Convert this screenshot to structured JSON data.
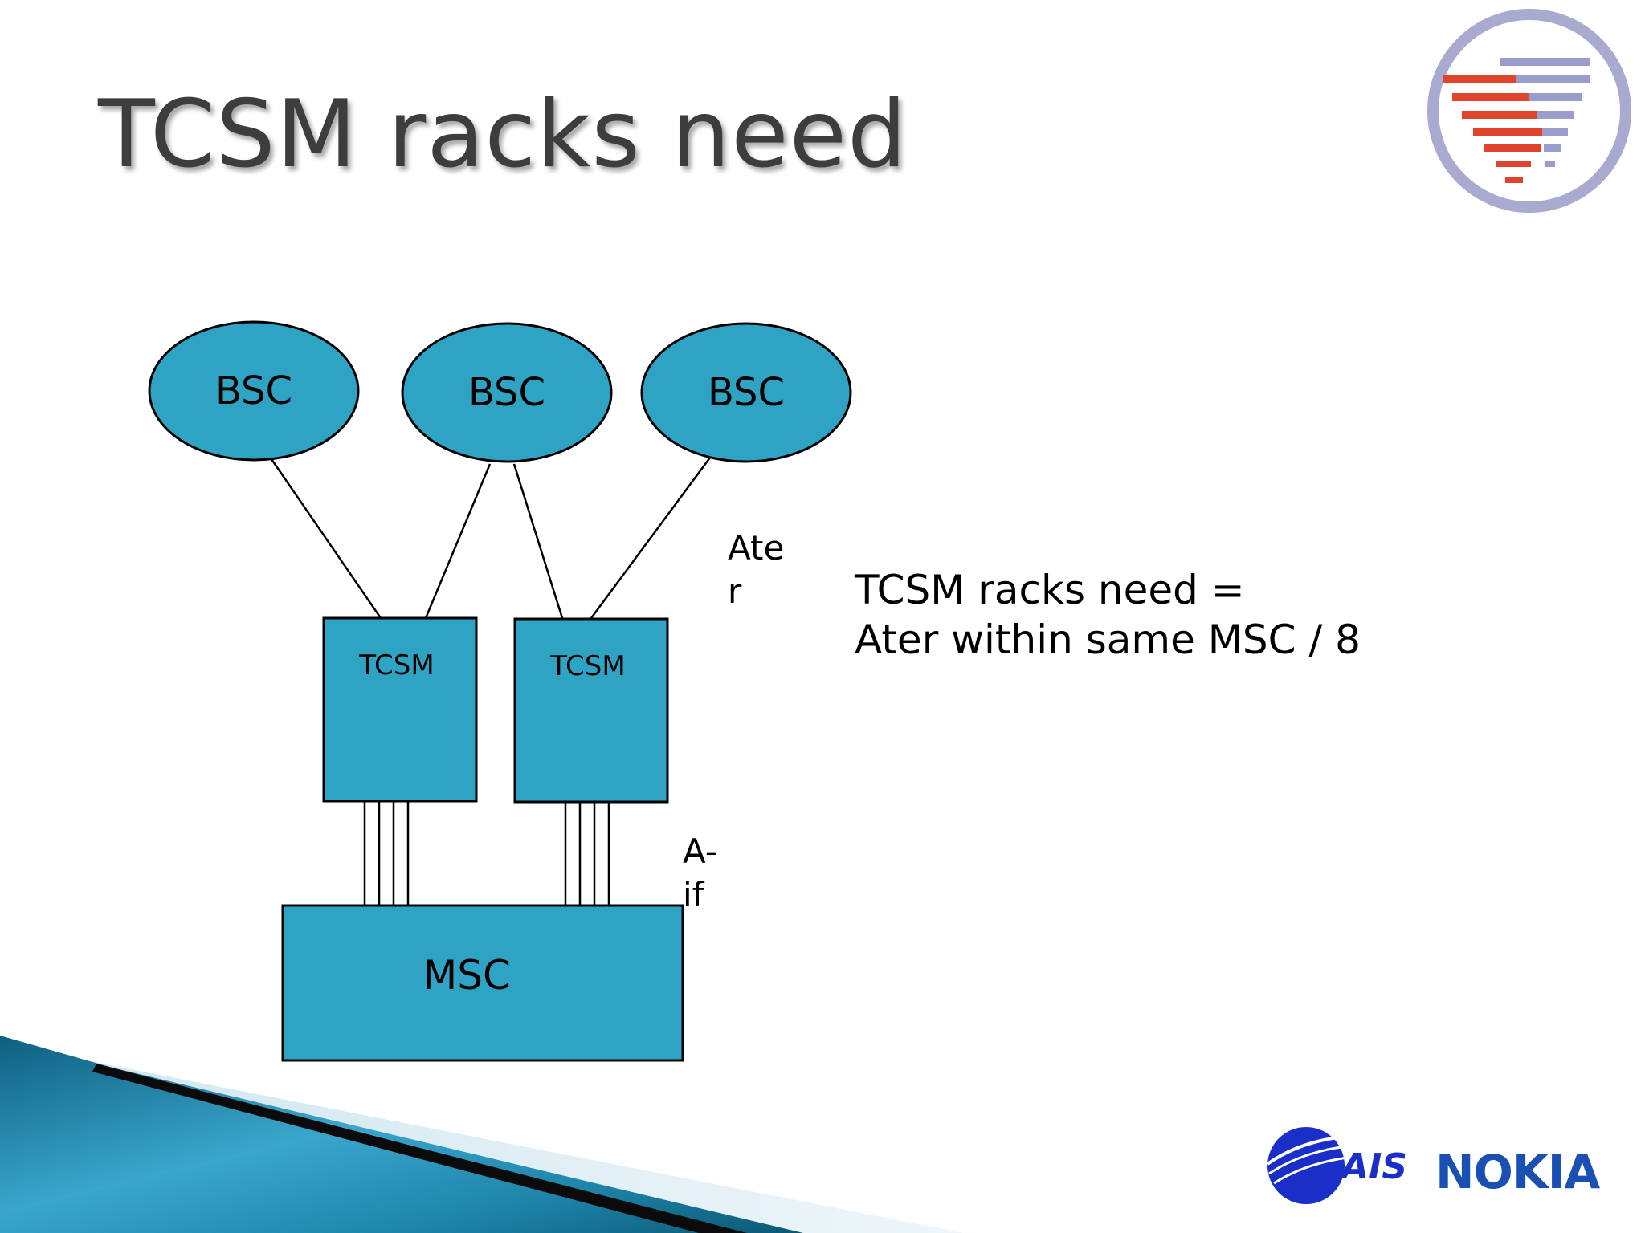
{
  "title": "TCSM racks need",
  "nodes": {
    "bsc_1": "BSC",
    "bsc_2": "BSC",
    "bsc_3": "BSC",
    "tcsm_1": "TCSM",
    "tcsm_2": "TCSM",
    "msc": "MSC"
  },
  "labels": {
    "ater_line1": "Ate",
    "ater_line2": "r",
    "aif_line1": "A-",
    "aif_line2": "if"
  },
  "note": {
    "line1": "TCSM racks need =",
    "line2": "Ater within same MSC / 8"
  },
  "footer": {
    "ais_logo_text": "AIS",
    "nokia_logo_text": "NOKIA"
  },
  "colors": {
    "node_fill": "#2fa3c3",
    "title": "#3d3d3d",
    "nokia_blue": "#1a4fb3",
    "ais_blue": "#1a2fc7",
    "emblem_red": "#e0442c",
    "emblem_lilac": "#9a9ccc"
  }
}
